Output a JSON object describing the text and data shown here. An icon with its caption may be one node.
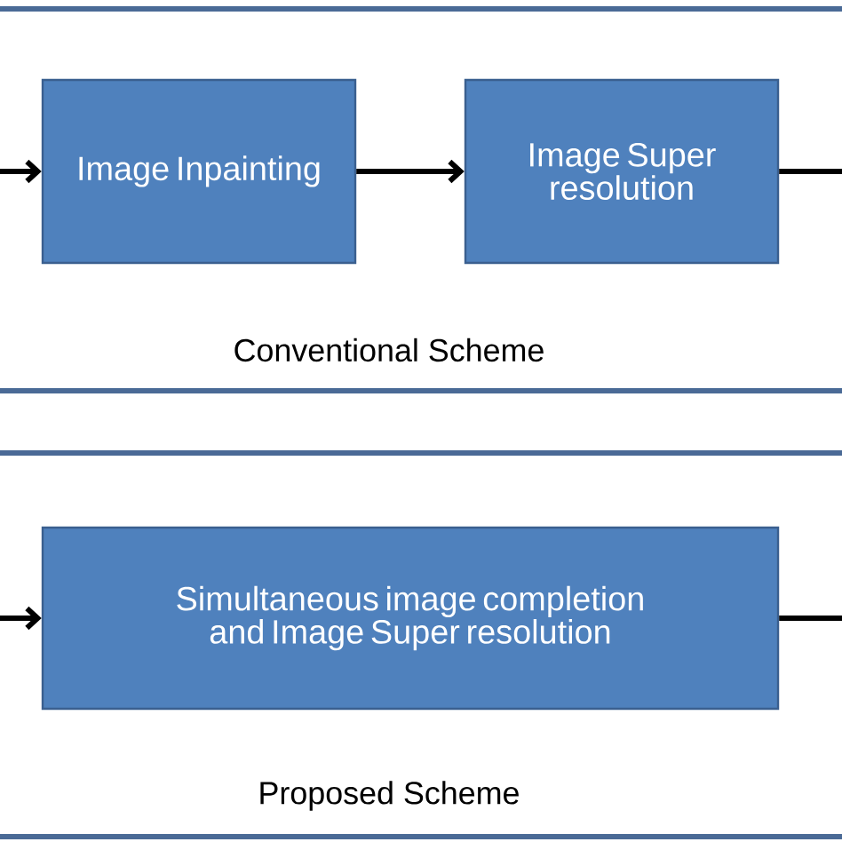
{
  "diagram": {
    "nodes": [
      {
        "text": [
          "Image Inpainting"
        ]
      },
      {
        "text": [
          "Image Super resolution"
        ]
      },
      {
        "text": [
          "Simultaneous image completion and Image Super resolution"
        ]
      }
    ],
    "edges": [
      {
        "from": null,
        "to": 0,
        "arrow": "to"
      },
      {
        "from": 0,
        "to": 1,
        "arrow": "to"
      },
      {
        "from": 1,
        "to": null,
        "arrow": "none"
      },
      {
        "from": null,
        "to": 2,
        "arrow": "to"
      },
      {
        "from": 2,
        "to": null,
        "arrow": "none"
      }
    ],
    "labels": [
      "Conventional Scheme",
      "Proposed Scheme"
    ]
  }
}
